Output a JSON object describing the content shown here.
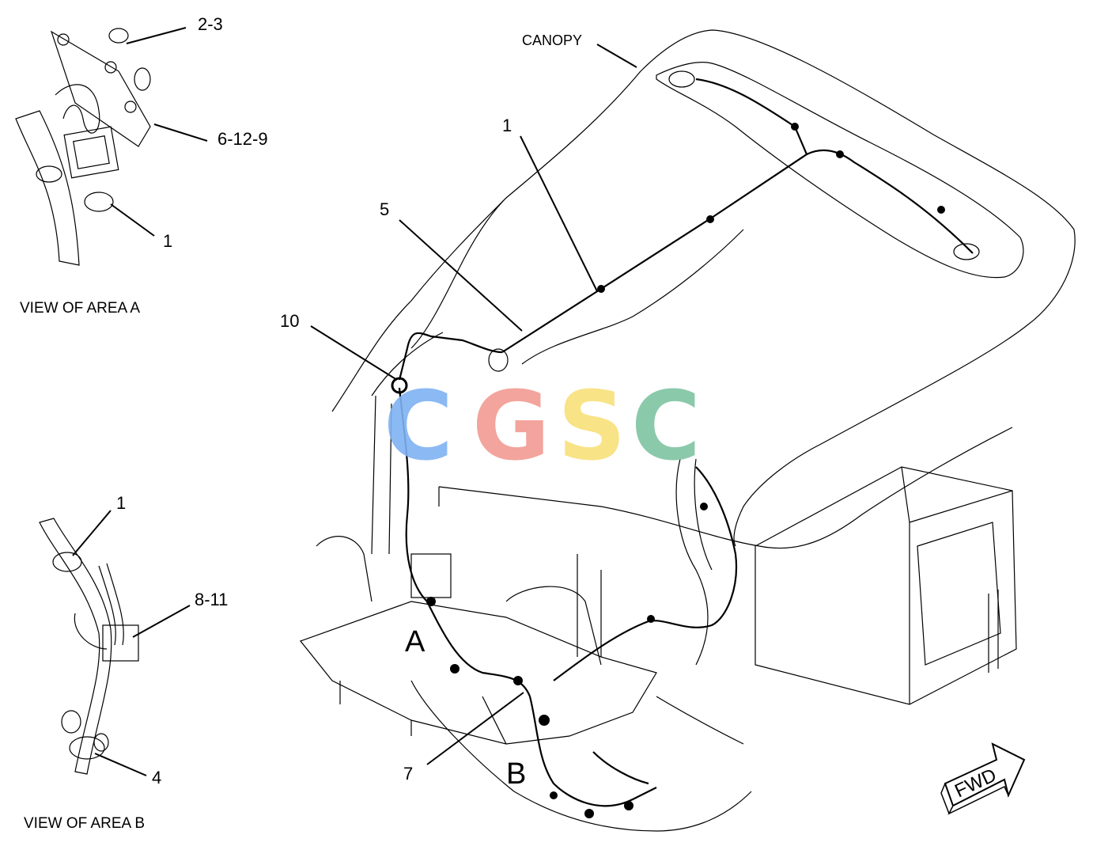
{
  "labels": {
    "canopy": "CANOPY",
    "view_a": "VIEW OF AREA  A",
    "view_b": "VIEW OF AREA B",
    "area_a": "A",
    "area_b": "B",
    "fwd": "FWD",
    "callouts": {
      "a_2_3": "2-3",
      "a_6_12_9": "6-12-9",
      "a_1": "1",
      "main_1": "1",
      "main_5": "5",
      "main_10": "10",
      "main_7": "7",
      "b_1": "1",
      "b_8_11": "8-11",
      "b_4": "4"
    }
  },
  "watermark": {
    "letters": [
      "C",
      "G",
      "S",
      "C"
    ],
    "colors": [
      "#7fb2f2",
      "#f29b92",
      "#f8e07a",
      "#7fc4a2"
    ]
  }
}
